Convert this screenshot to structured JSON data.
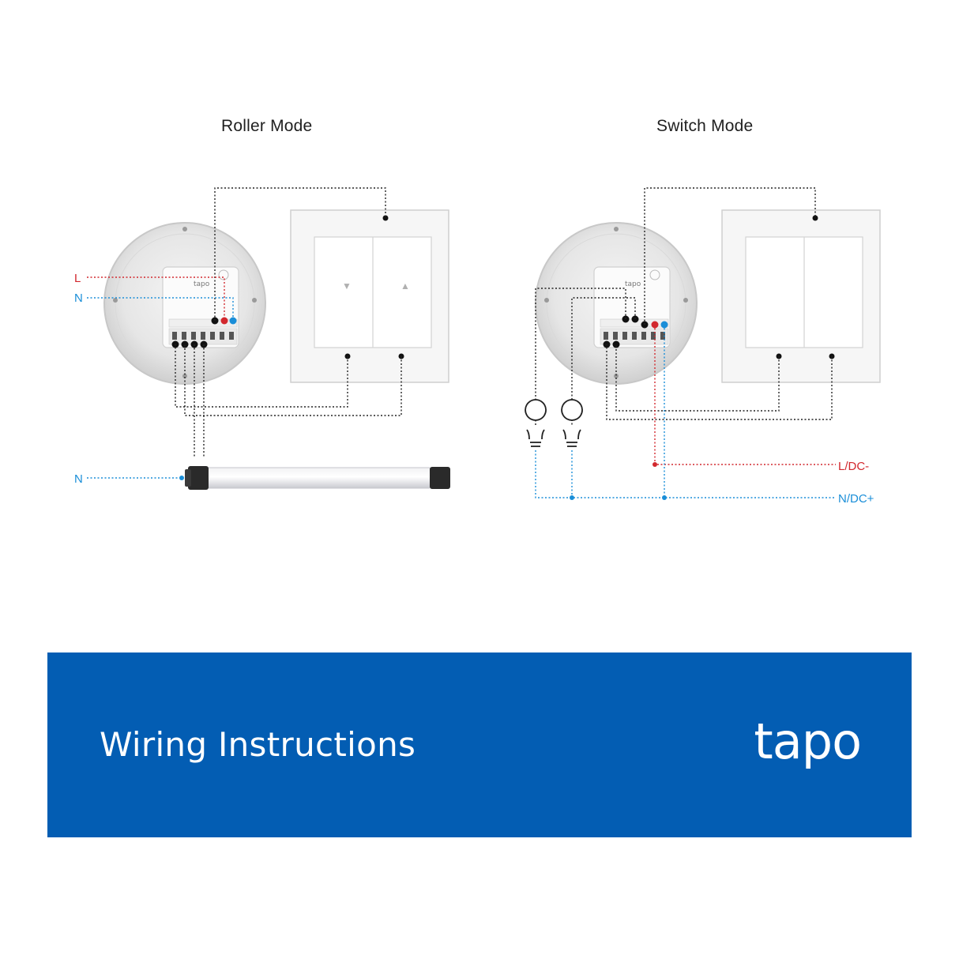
{
  "roller_mode": {
    "title": "Roller Mode",
    "labels": {
      "live": "L",
      "neutral": "N",
      "motor_neutral": "N"
    },
    "arrows": {
      "down": "▼",
      "up": "▲"
    }
  },
  "switch_mode": {
    "title": "Switch Mode",
    "labels": {
      "live": "L/DC-",
      "neutral": "N/DC+"
    }
  },
  "device_label": "tapo",
  "banner": {
    "title": "Wiring Instructions",
    "brand": "tapo"
  },
  "colors": {
    "live": "#d2282e",
    "neutral": "#1a8ed8",
    "wire": "#222222",
    "banner": "#035db3"
  }
}
